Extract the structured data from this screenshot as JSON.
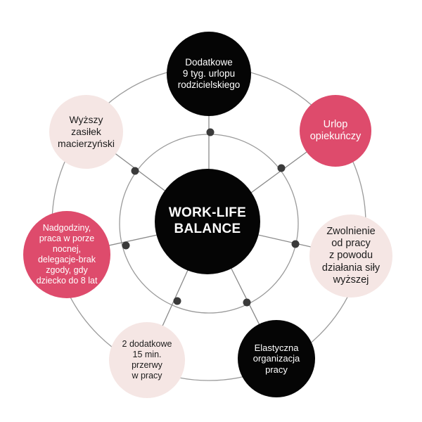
{
  "diagram": {
    "center": {
      "label": "WORK-LIFE\nBALANCE"
    },
    "nodes": [
      {
        "id": "top",
        "label": "Dodatkowe\n9 tyg. urlopu\nrodzicielskiego"
      },
      {
        "id": "upright",
        "label": "Urlop\nopiekuńczy"
      },
      {
        "id": "right",
        "label": "Zwolnienie\nod pracy\nz powodu\ndziałania siły\nwyższej"
      },
      {
        "id": "downr",
        "label": "Elastyczna\norganizacja\npracy"
      },
      {
        "id": "downl",
        "label": "2 dodatkowe\n15 min. przerwy\nw pracy"
      },
      {
        "id": "left",
        "label": "Nadgodziny,\npraca w porze\nnocnej,\ndelegacje-brak\nzgody, gdy\ndziecko do 8 lat"
      },
      {
        "id": "upleft",
        "label": "Wyższy\nzasiłek\nmacierzyński"
      }
    ],
    "colors": {
      "dark": "#050505",
      "rose": "#de4b6c",
      "pale": "#f5e6e4",
      "ring": "#9a9a9a",
      "spoke": "#8a8a8a",
      "dot": "#3a3a3a"
    }
  }
}
